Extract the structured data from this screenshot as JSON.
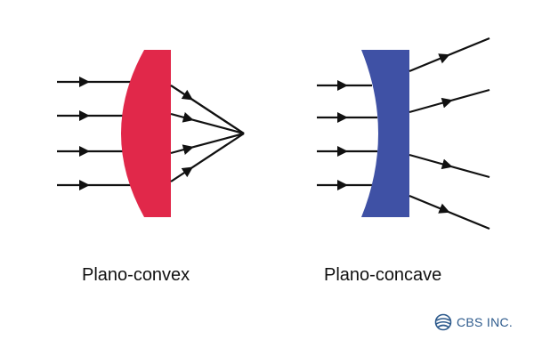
{
  "lenses": {
    "convex": {
      "caption": "Plano-convex",
      "color": "#E1284A"
    },
    "concave": {
      "caption": "Plano-concave",
      "color": "#3F51A5"
    }
  },
  "ray_color": "#111111",
  "logo": {
    "text": "CBS INC.",
    "color": "#2D5A8C",
    "mark": "globe-icon"
  }
}
